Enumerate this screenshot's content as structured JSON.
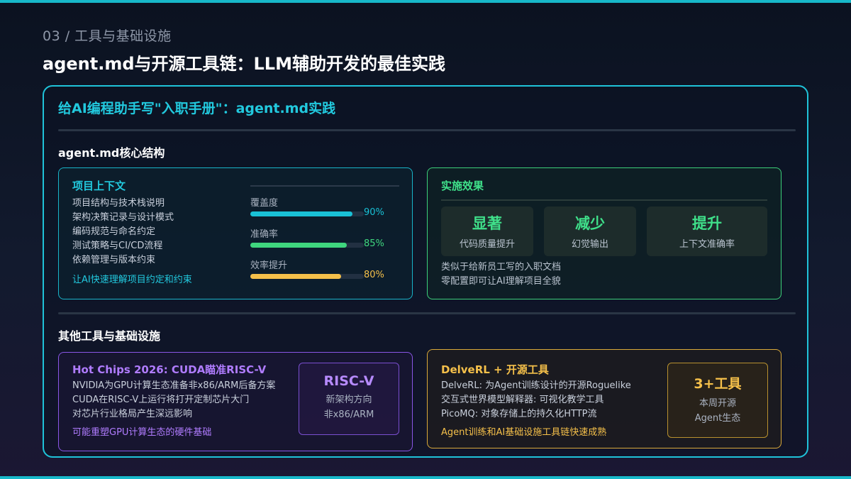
{
  "header": {
    "kicker": "03 / 工具与基础设施",
    "title": "agent.md与开源工具链：LLM辅助开发的最佳实践"
  },
  "main": {
    "title": "给AI编程助手写\"入职手册\"：agent.md实践",
    "section1": "agent.md核心结构",
    "section2": "其他工具与基础设施"
  },
  "context_card": {
    "title": "项目上下文",
    "items": [
      "项目结构与技术栈说明",
      "架构决策记录与设计模式",
      "编码规范与命名约定",
      "测试策略与CI/CD流程",
      "依赖管理与版本约束"
    ],
    "note": "让AI快速理解项目约定和约束",
    "metrics": [
      {
        "label": "覆盖度",
        "value": "90%",
        "fraction": 0.9,
        "color": "#19c1d6"
      },
      {
        "label": "准确率",
        "value": "85%",
        "fraction": 0.85,
        "color": "#3fd67e"
      },
      {
        "label": "效率提升",
        "value": "80%",
        "fraction": 0.8,
        "color": "#f5c04a"
      }
    ]
  },
  "effect_card": {
    "title": "实施效果",
    "stats": [
      {
        "big": "显著",
        "sub": "代码质量提升"
      },
      {
        "big": "减少",
        "sub": "幻觉输出"
      },
      {
        "big": "提升",
        "sub": "上下文准确率"
      }
    ],
    "notes": [
      "类似于给新员工写的入职文档",
      "零配置即可让AI理解项目全貌"
    ]
  },
  "hotchips_card": {
    "title": "Hot Chips 2026: CUDA瞄准RISC-V",
    "items": [
      "NVIDIA为GPU计算生态准备非x86/ARM后备方案",
      "CUDA在RISC-V上运行将打开定制芯片大门",
      "对芯片行业格局产生深远影响"
    ],
    "note": "可能重塑GPU计算生态的硬件基础",
    "box": {
      "big": "RISC-V",
      "line1": "新架构方向",
      "line2": "非x86/ARM"
    }
  },
  "delverl_card": {
    "title": "DelveRL + 开源工具",
    "items": [
      "DelveRL: 为Agent训练设计的开源Roguelike",
      "交互式世界模型解释器: 可视化教学工具",
      "PicoMQ: 对象存储上的持久化HTTP流"
    ],
    "note": "Agent训练和AI基础设施工具链快速成熟",
    "box": {
      "big": "3+工具",
      "line1": "本周开源",
      "line2": "Agent生态"
    }
  }
}
